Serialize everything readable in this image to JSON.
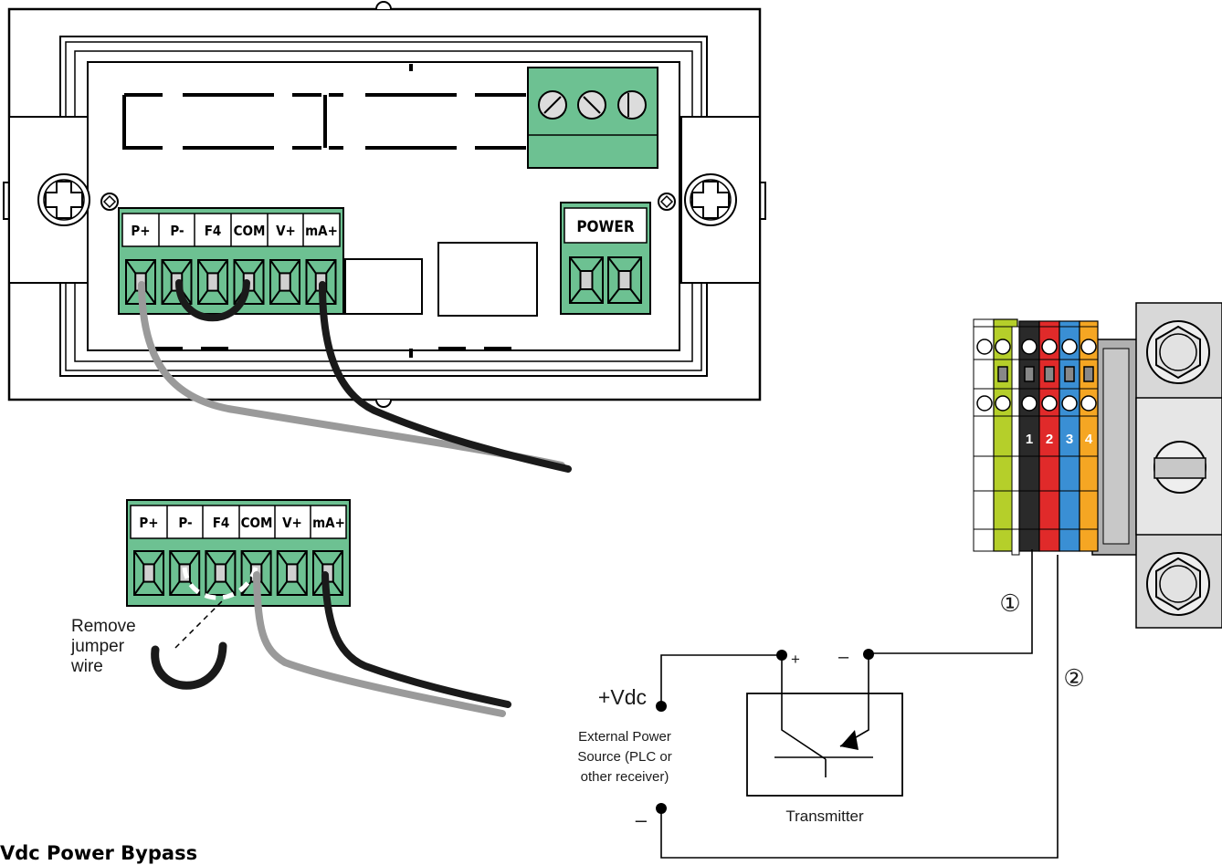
{
  "terminal_labels": [
    "P+",
    "P-",
    "F4",
    "COM",
    "V+",
    "mA+"
  ],
  "power_label": "POWER",
  "block_numbers": [
    "1",
    "2",
    "3",
    "4"
  ],
  "circle_markers": [
    "①",
    "②"
  ],
  "remove_jumper": [
    "Remove",
    "jumper",
    "wire"
  ],
  "vdc_label": "+Vdc",
  "ext_source": [
    "External Power",
    "Source (PLC or",
    "other receiver)"
  ],
  "transmitter_label": "Transmitter",
  "plus_sign": "+",
  "minus_sign": "–",
  "neg_terminal": "–",
  "footer_title": "Vdc Power Bypass",
  "colors": {
    "terminal_green": "#6dc192",
    "block_green": "#b5cf2a",
    "block_black": "#2a2a2a",
    "block_red": "#e02a2a",
    "block_blue": "#3a8fd4",
    "block_orange": "#f5a623",
    "wire_gray": "#9a9a9a",
    "wire_black": "#1a1a1a"
  }
}
